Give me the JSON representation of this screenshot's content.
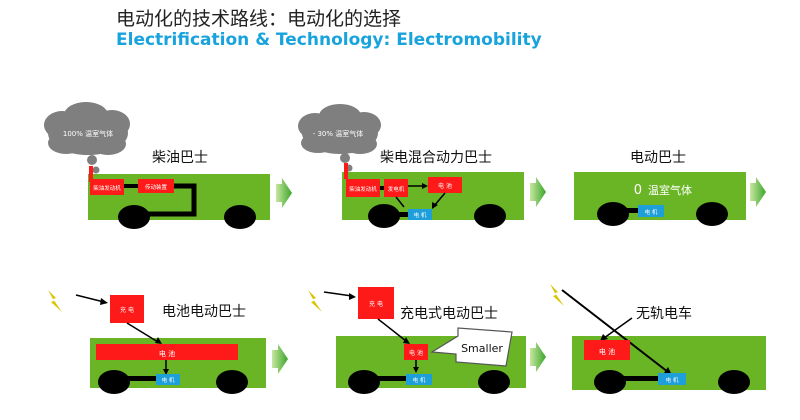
{
  "title_cn": "电动化的技术路线：电动化的选择",
  "title_en": "Electrification & Technology: Electromobility",
  "panels": {
    "diesel": {
      "name": "柴油巴士",
      "cloud_text": "100% 温室气体",
      "engine": "柴油发动机",
      "transmission": "传动装置"
    },
    "hybrid": {
      "name": "柴电混合动力巴士",
      "cloud_text": "- 30% 温室气体",
      "engine": "柴油发动机",
      "generator": "发电机",
      "battery": "电 池",
      "motor": "电 机"
    },
    "electric": {
      "name": "电动巴士",
      "zero": "0",
      "ghg": "温室气体",
      "motor": "电 机"
    },
    "battery_bus": {
      "name": "电池电动巴士",
      "charger": "充 电",
      "battery": "电 池",
      "motor": "电 机"
    },
    "charging_bus": {
      "name": "充电式电动巴士",
      "charger": "充 电",
      "battery": "电 池",
      "motor": "电 机",
      "callout": "Smaller"
    },
    "trolley": {
      "name": "无轨电车",
      "battery": "电 池",
      "motor": "电 机"
    }
  },
  "colors": {
    "body_green": "#6ab526",
    "component_red": "#ff1a1a",
    "motor_blue": "#1e9fd9",
    "wheel": "#000000",
    "cloud": "#7f7f7f",
    "arrow_green": "#3aa62a",
    "lightning": "#d9c400",
    "title_blue": "#19a3dc"
  }
}
